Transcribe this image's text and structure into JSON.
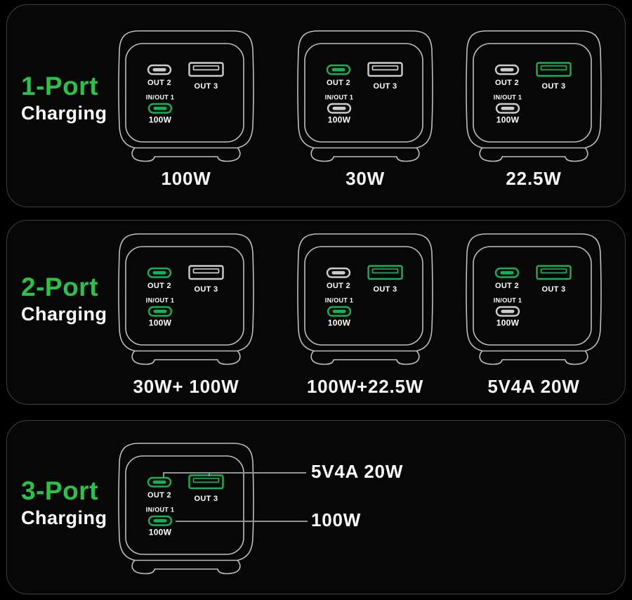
{
  "colors": {
    "page_bg": "#000000",
    "panel_bg": "#070707",
    "panel_border": "#3e3e3e",
    "title_green": "#28c347",
    "port_green": "#14b254",
    "port_gray": "#cccccc",
    "device_outline": "#bdbdbd",
    "label_text": "#f7f7f7",
    "callout_line": "#929292"
  },
  "port_labels": {
    "out2": "OUT 2",
    "out3": "OUT 3",
    "inout1": "IN/OUT 1",
    "inout1_watt": "100W"
  },
  "sections": [
    {
      "title": "1-Port",
      "subtitle": "Charging",
      "chargers": [
        {
          "out2": false,
          "out3": false,
          "inout1": true,
          "label": "100W"
        },
        {
          "out2": true,
          "out3": false,
          "inout1": false,
          "label": "30W"
        },
        {
          "out2": false,
          "out3": true,
          "inout1": false,
          "label": "22.5W"
        }
      ]
    },
    {
      "title": "2-Port",
      "subtitle": "Charging",
      "chargers": [
        {
          "out2": true,
          "out3": false,
          "inout1": true,
          "label": "30W+ 100W"
        },
        {
          "out2": false,
          "out3": true,
          "inout1": true,
          "label": "100W+22.5W"
        },
        {
          "out2": true,
          "out3": true,
          "inout1": false,
          "label": "5V4A 20W"
        }
      ]
    },
    {
      "title": "3-Port",
      "subtitle": "Charging",
      "chargers": [
        {
          "out2": true,
          "out3": true,
          "inout1": true,
          "label": ""
        }
      ],
      "callouts": [
        {
          "label": "5V4A 20W"
        },
        {
          "label": "100W"
        }
      ]
    }
  ]
}
